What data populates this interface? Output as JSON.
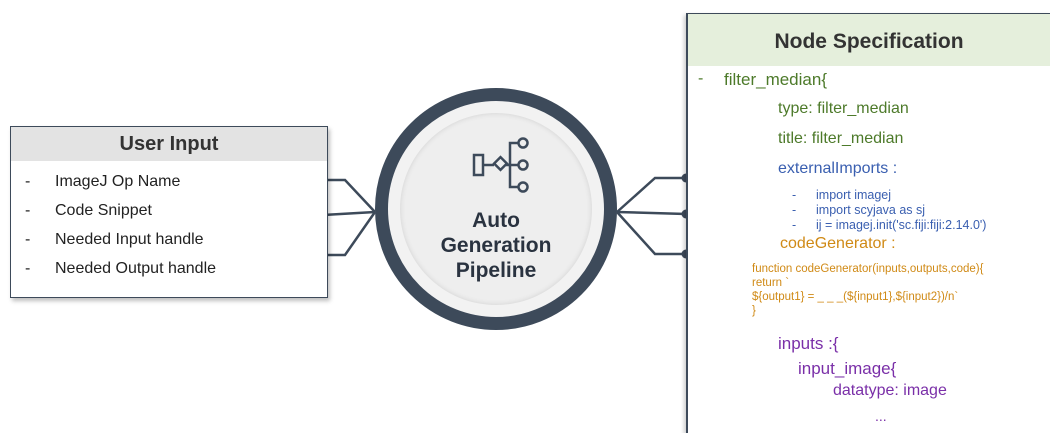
{
  "user_input": {
    "title": "User Input",
    "items": [
      {
        "dash": "-",
        "label": "ImageJ Op Name"
      },
      {
        "dash": "-",
        "label": "Code Snippet"
      },
      {
        "dash": "-",
        "label": "Needed Input handle"
      },
      {
        "dash": "-",
        "label": "Needed Output handle"
      }
    ]
  },
  "pipeline": {
    "line1": "Auto",
    "line2": "Generation",
    "line3": "Pipeline",
    "icon": "flowchart-branch-icon"
  },
  "node_spec": {
    "title": "Node Specification",
    "root_dash": "-",
    "root": "filter_median{",
    "type": "type: filter_median",
    "title_field": "title: filter_median",
    "external_imports": "externalImports :",
    "imports": [
      {
        "dash": "-",
        "text": "import imagej"
      },
      {
        "dash": "-",
        "text": "import scyjava as sj"
      },
      {
        "dash": "-",
        "text": "ij = imagej.init('sc.fiji:fiji:2.14.0')"
      }
    ],
    "code_generator": "codeGenerator :",
    "code_lines": [
      "function codeGenerator(inputs,outputs,code){",
      "return `",
      "${output1} = _ _ _(${input1},${input2})/n`",
      "}"
    ],
    "inputs": "inputs :{",
    "input_image": "input_image{",
    "datatype": "datatype: image",
    "ellipsis": "..."
  },
  "colors": {
    "dark_slate": "#3d4a5a",
    "spec_header_bg": "#e5efdc",
    "green": "#4d7a2a",
    "blue": "#3a5fb0",
    "orange": "#d08a16",
    "purple": "#7a2fa8"
  }
}
